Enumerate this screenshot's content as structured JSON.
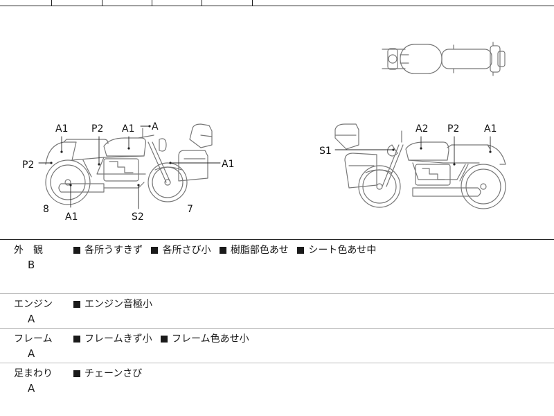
{
  "top_strip": {
    "text": ""
  },
  "diagram": {
    "left_labels": {
      "a1_rear": "A1",
      "p2_tank": "P2",
      "a1_tank": "A1",
      "a_mirror": "A",
      "p2_rear": "P2",
      "a1_side": "A1",
      "num_8": "8",
      "a1_pipe": "A1",
      "s2": "S2",
      "num_7": "7"
    },
    "right_labels": {
      "s1": "S1",
      "a2": "A2",
      "p2": "P2",
      "a1": "A1"
    }
  },
  "conditions": [
    {
      "category": "外　観",
      "grade": "B",
      "items": [
        "各所うすきず",
        "各所さび小",
        "樹脂部色あせ",
        "シート色あせ中"
      ]
    },
    {
      "category": "エンジン",
      "grade": "A",
      "items": [
        "エンジン音極小"
      ]
    },
    {
      "category": "フレーム",
      "grade": "A",
      "items": [
        "フレームきず小",
        "フレーム色あせ小"
      ]
    },
    {
      "category": "足まわり",
      "grade": "A",
      "items": [
        "チェーンさび"
      ]
    }
  ]
}
